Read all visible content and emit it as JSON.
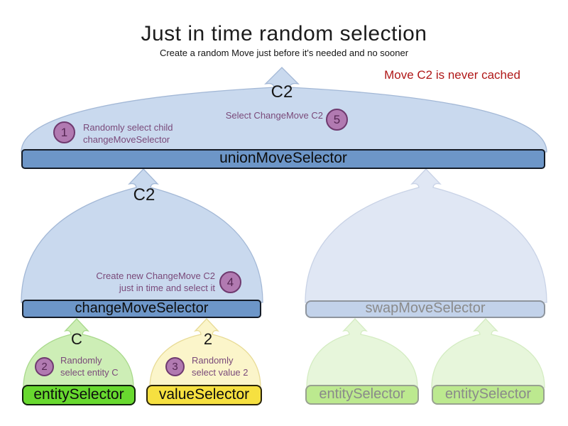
{
  "title": "Just in time random selection",
  "subtitle": "Create a random Move just before it's needed and no sooner",
  "note": "Move C2 is never cached",
  "selectors": {
    "union": {
      "label": "unionMoveSelector",
      "output": "C2"
    },
    "change": {
      "label": "changeMoveSelector",
      "output": "C2"
    },
    "swap": {
      "label": "swapMoveSelector"
    },
    "entity": {
      "label": "entitySelector",
      "output": "C"
    },
    "value": {
      "label": "valueSelector",
      "output": "2"
    },
    "faded_entity_1": {
      "label": "entitySelector"
    },
    "faded_entity_2": {
      "label": "entitySelector"
    }
  },
  "steps": [
    {
      "num": "1",
      "lines": [
        "Randomly select child",
        "changeMoveSelector"
      ]
    },
    {
      "num": "2",
      "lines": [
        "Randomly",
        "select entity C"
      ]
    },
    {
      "num": "3",
      "lines": [
        "Randomly",
        "select value 2"
      ]
    },
    {
      "num": "4",
      "lines": [
        "Create new ChangeMove C2",
        "just in time and select it"
      ]
    },
    {
      "num": "5",
      "lines": [
        "Select ChangeMove C2"
      ]
    }
  ],
  "colors": {
    "note_red": "#b01818",
    "dome_blue": "#c9d9ee",
    "dome_blue_border": "#a3b8d6",
    "bar_blue": "#6d96c8",
    "faded_dome_blue": "#e0e7f4",
    "faded_dome_blue_border": "#c8d2e6",
    "faded_bar_blue": "#c2d2ea",
    "dome_green": "#cdeeb6",
    "dome_green_border": "#a9d98c",
    "bar_green": "#68d92f",
    "dome_yellow": "#fbf5ca",
    "dome_yellow_border": "#e8db96",
    "bar_yellow": "#f6e040",
    "faded_dome_green": "#e7f6db",
    "faded_dome_green_border": "#d4ecc2",
    "faded_bar_green": "#bce98f",
    "badge_fill": "#b17ab1",
    "badge_border": "#6f3a6f",
    "badge_number": "#542552",
    "annotation_purple": "#7a4a7a",
    "faded_text": "#8a8a8a"
  }
}
